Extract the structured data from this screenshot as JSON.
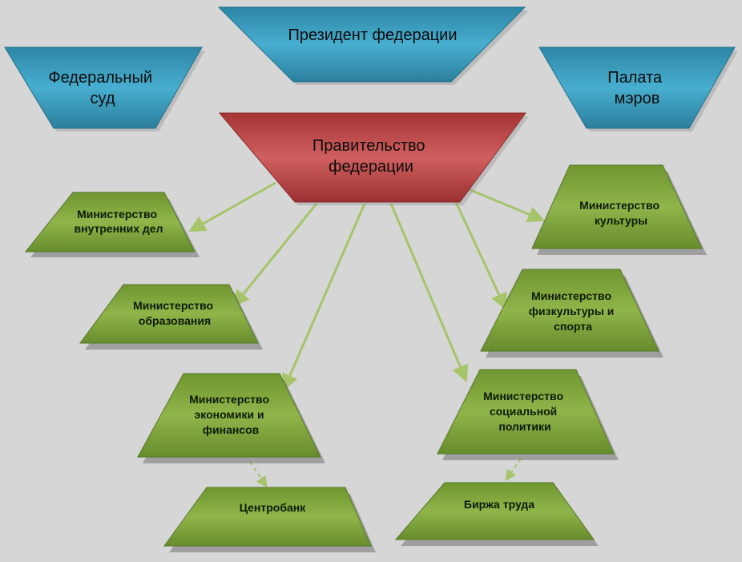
{
  "colors": {
    "background": "#d6d6d6",
    "blue": "#3a9cbb",
    "red": "#c14a4a",
    "green": "#7ea43a",
    "arrow": "#a6c46a"
  },
  "nodes": {
    "president": {
      "lines": [
        "Президент федерации"
      ]
    },
    "court": {
      "lines": [
        "Федеральный",
        "суд"
      ]
    },
    "mayors": {
      "lines": [
        "Палата",
        "мэров"
      ]
    },
    "government": {
      "lines": [
        "Правительство",
        "федерации"
      ]
    },
    "interior": {
      "lines": [
        "Министерство",
        "внутренних дел"
      ]
    },
    "education": {
      "lines": [
        "Министерство",
        "образования"
      ]
    },
    "economy": {
      "lines": [
        "Министерство",
        "экономики и",
        "финансов"
      ]
    },
    "centrobank": {
      "lines": [
        "Центробанк"
      ]
    },
    "culture": {
      "lines": [
        "Министерство",
        "культуры"
      ]
    },
    "sport": {
      "lines": [
        "Министерство",
        "физкультуры и",
        "спорта"
      ]
    },
    "social": {
      "lines": [
        "Министерство",
        "социальной",
        "политики"
      ]
    },
    "labor": {
      "lines": [
        "Биржа труда"
      ]
    }
  }
}
